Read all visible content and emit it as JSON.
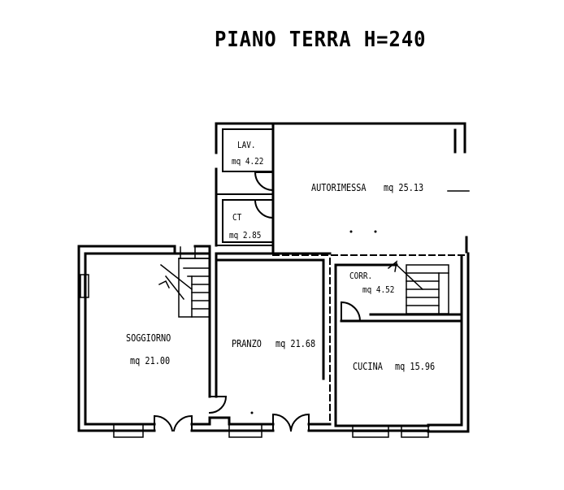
{
  "title": "PIANO TERRA H=240",
  "rooms": {
    "lavanderia": {
      "name": "LAV.",
      "area": "mq 4.22"
    },
    "centrale_termica": {
      "name": "CT",
      "area": "mq 2.85"
    },
    "autorimessa": {
      "name": "AUTORIMESSA",
      "area": "mq 25.13"
    },
    "corridoio": {
      "name": "CORR.",
      "area": "mq 4.52"
    },
    "soggiorno": {
      "name": "SOGGIORNO",
      "area": "mq 21.00"
    },
    "pranzo": {
      "name": "PRANZO",
      "area": "mq 21.68"
    },
    "cucina": {
      "name": "CUCINA",
      "area": "mq 15.96"
    }
  },
  "colors": {
    "ink": "#000000",
    "paper": "#ffffff"
  }
}
